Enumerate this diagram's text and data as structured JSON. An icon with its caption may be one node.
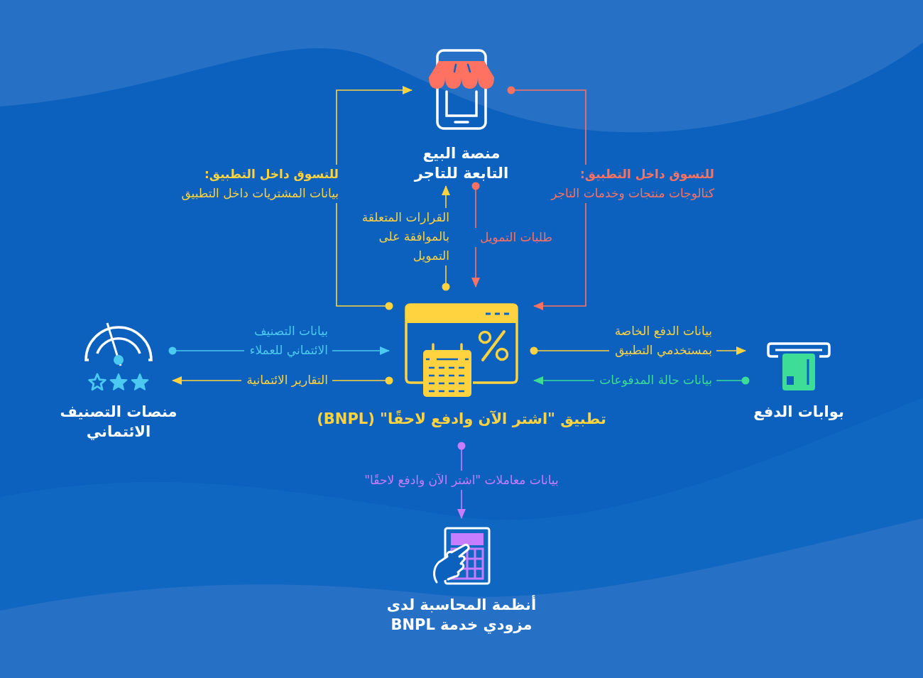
{
  "diagram": {
    "nodes": [
      {
        "text": [
          "منصة البيع التابعة للتاجر"
        ]
      },
      {
        "text": [
          "بوابات الدفع"
        ]
      },
      {
        "text": [
          "تطبيق \"اشتر الآن وادفع لاحقًا\" (BNPL)"
        ]
      },
      {
        "text": [
          "منصات التصنيف الائتماني"
        ]
      },
      {
        "text": [
          "أنظمة المحاسبة لدى مزودي خدمة BNPL"
        ]
      }
    ],
    "edges": [
      {
        "from": 2,
        "to": 0,
        "arrow": "to",
        "label": "**للتسوق داخل التطبيق:** بيانات المشتريات داخل التطبيق"
      },
      {
        "from": 0,
        "to": 2,
        "arrow": "to",
        "label": "**للتسوق داخل التطبيق:** كتالوجات منتجات وخدمات التاجر",
        "color": "#ff7262"
      },
      {
        "from": 2,
        "to": 0,
        "arrow": "to",
        "label": "القرارات المتعلقة بالموافقة على التمويل"
      },
      {
        "from": 0,
        "to": 2,
        "arrow": "to",
        "label": "طلبات التمويل",
        "color": "#ff7262"
      },
      {
        "from": 3,
        "to": 2,
        "arrow": "to",
        "label": "بيانات التصنيف الائتماني للعملاء",
        "color": "#4cc9f0"
      },
      {
        "from": 2,
        "to": 3,
        "arrow": "to",
        "label": "التقارير الائتمانية"
      },
      {
        "from": 2,
        "to": 1,
        "arrow": "to",
        "label": "بيانات الدفع الخاصة بمستخدمي التطبيق"
      },
      {
        "from": 1,
        "to": 2,
        "arrow": "to",
        "label": "بيانات حالة المدفوعات",
        "color": "#3ddc97"
      },
      {
        "from": 2,
        "to": 4,
        "arrow": "to",
        "label": "بيانات معاملات \"اشتر الآن وادفع لاحقًا\"",
        "color": "#c77dff"
      }
    ]
  }
}
